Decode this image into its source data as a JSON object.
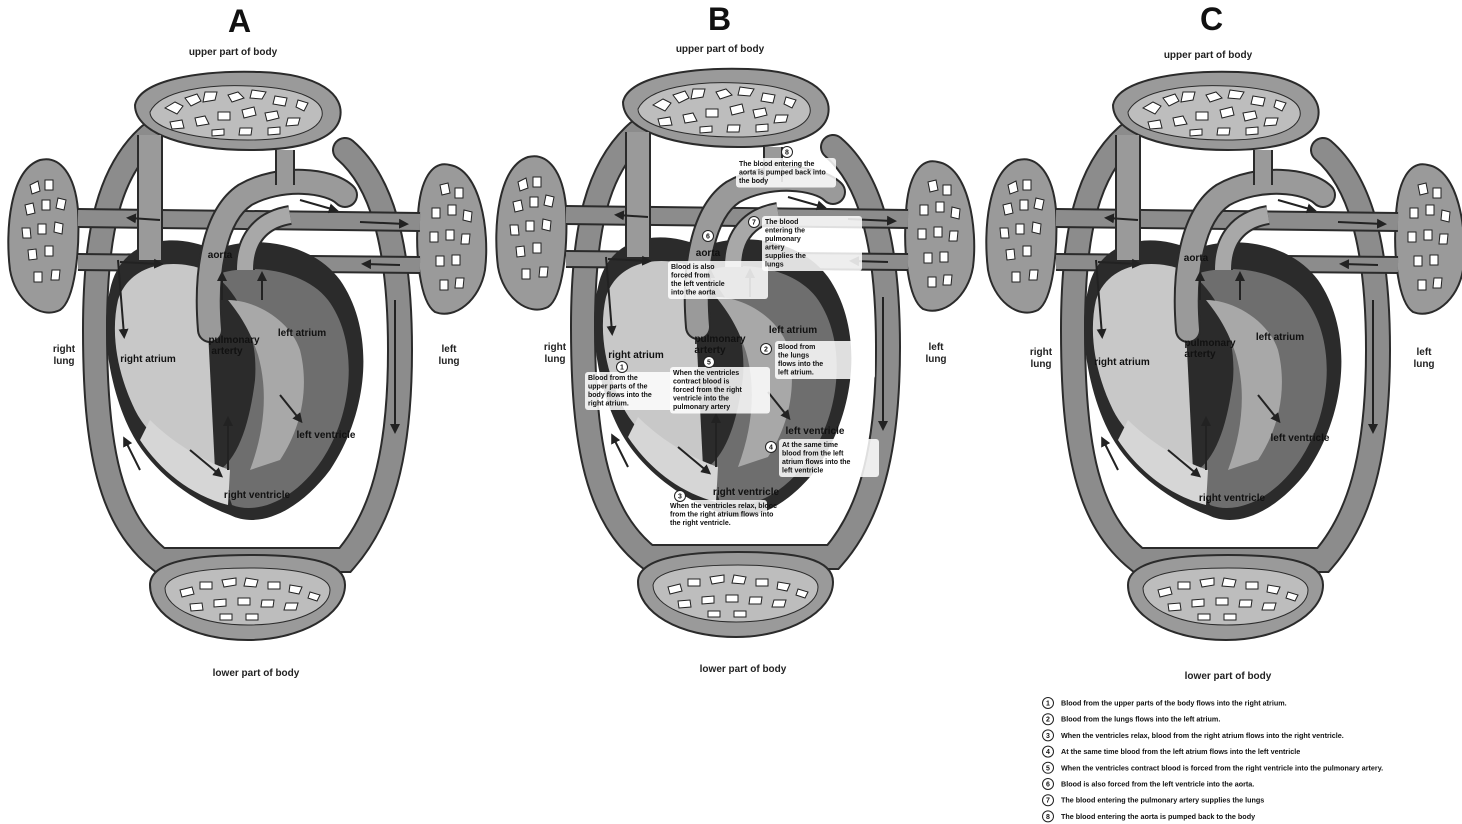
{
  "panels": [
    {
      "letter": "A",
      "upper": "upper part of body",
      "lower": "lower part of body",
      "right_lung": [
        "right",
        "lung"
      ],
      "left_lung": [
        "left",
        "lung"
      ],
      "aorta": "aorta",
      "pulmonary_artery": [
        "pulmonary",
        "arterty"
      ],
      "left_atrium": "left atrium",
      "right_atrium": "right atrium",
      "left_ventricle": "left ventricle",
      "right_ventricle": "right ventricle"
    },
    {
      "letter": "B",
      "upper": "upper part of body",
      "lower": "lower part of body",
      "right_lung": [
        "right",
        "lung"
      ],
      "left_lung": [
        "left",
        "lung"
      ],
      "aorta": "aorta",
      "pulmonary_artery": [
        "pulmonary",
        "arterty"
      ],
      "left_atrium": "left atrium",
      "right_atrium": "right atrium",
      "left_ventricle": "left ventricle",
      "right_ventricle": "right ventricle"
    },
    {
      "letter": "C",
      "upper": "upper part of body",
      "lower": "lower part of body",
      "right_lung": [
        "right",
        "lung"
      ],
      "left_lung": [
        "left",
        "lung"
      ],
      "aorta": "aorta",
      "pulmonary_artery": [
        "pulmonary",
        "arterty"
      ],
      "left_atrium": "left atrium",
      "right_atrium": "right atrium",
      "left_ventricle": "left ventricle",
      "right_ventricle": "right ventricle"
    }
  ],
  "b_steps": [
    {
      "num": "1",
      "lines": [
        "Blood from the",
        "upper parts of the",
        "body flows into the",
        "right atrium."
      ]
    },
    {
      "num": "2",
      "lines": [
        "Blood from",
        "the lungs",
        "flows into the",
        "left atrium."
      ]
    },
    {
      "num": "3",
      "lines": [
        "When the ventricles relax, blooc",
        "from the right atrium flows into",
        "the right ventricle."
      ]
    },
    {
      "num": "4",
      "lines": [
        "At the same time",
        "blood from the left",
        "atrium flows into the",
        "left ventricle"
      ]
    },
    {
      "num": "5",
      "lines": [
        "When the ventricles",
        "contract blood is",
        "forced from the right",
        "ventricle into the",
        "pulmonary artery"
      ]
    },
    {
      "num": "6",
      "lines": [
        "Blood is also",
        "forced from",
        "the left ventricle",
        "into the aorta"
      ]
    },
    {
      "num": "7",
      "lines": [
        "The blood",
        "entering the",
        "pulmonary",
        "artery",
        "supplies the",
        "lungs"
      ]
    },
    {
      "num": "8",
      "lines": [
        "The blood entering the",
        "aorta is pumped back into",
        "the body"
      ]
    }
  ],
  "legend": [
    {
      "num": "1",
      "text": "Blood from the upper parts of the body flows into the right atrium."
    },
    {
      "num": "2",
      "text": "Blood from the lungs flows into the left atrium."
    },
    {
      "num": "3",
      "text": "When the ventricles relax, blood from the right atrium flows into the right ventricle."
    },
    {
      "num": "4",
      "text": "At the same time blood from the left atrium flows into the left ventricle"
    },
    {
      "num": "5",
      "text": "When the ventricles contract blood is forced from the right ventricle into the pulmonary artery."
    },
    {
      "num": "6",
      "text": "Blood is also forced from the left ventricle into the aorta."
    },
    {
      "num": "7",
      "text": "The blood entering the pulmonary artery supplies the lungs"
    },
    {
      "num": "8",
      "text": "The blood entering the aorta is pumped back to the body"
    }
  ],
  "colors": {
    "vessel": "#8c8c8c",
    "outline": "#2b2b2b",
    "light": "#cfcfcf",
    "mid": "#a8a8a8",
    "dark": "#4a4a4a",
    "darkest": "#222222"
  }
}
